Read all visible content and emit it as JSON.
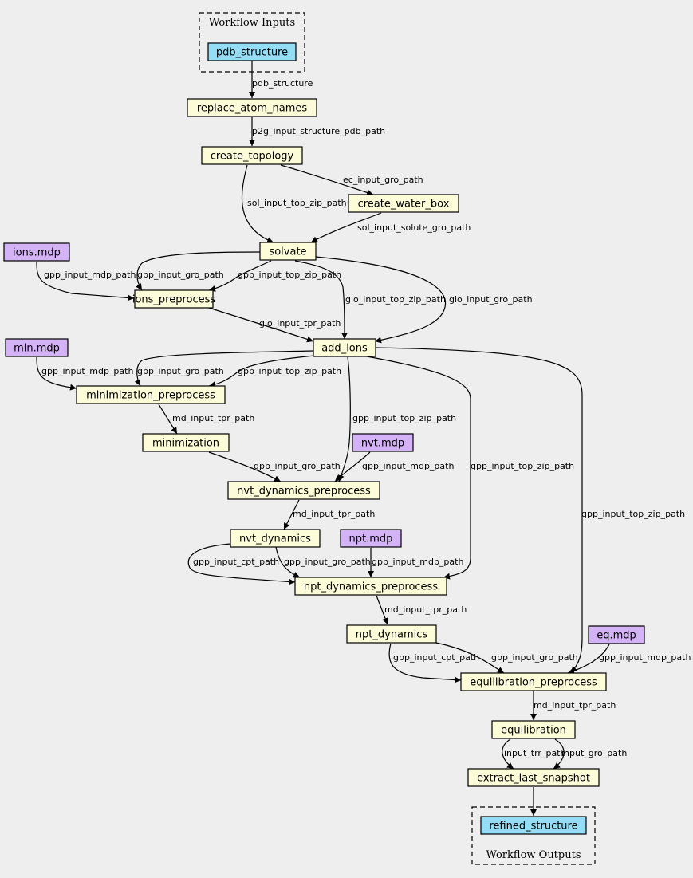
{
  "colors": {
    "step": "#fcfcd8",
    "input_file": "#d3b2f5",
    "workflow_io": "#94ddf4",
    "background": "#eeeeee"
  },
  "clusters": {
    "inputs": {
      "label": "Workflow Inputs"
    },
    "outputs": {
      "label": "Workflow Outputs"
    }
  },
  "nodes": {
    "pdb_structure": {
      "label": "pdb_structure",
      "kind": "workflow_io"
    },
    "replace_atom_names": {
      "label": "replace_atom_names",
      "kind": "step"
    },
    "create_topology": {
      "label": "create_topology",
      "kind": "step"
    },
    "create_water_box": {
      "label": "create_water_box",
      "kind": "step"
    },
    "solvate": {
      "label": "solvate",
      "kind": "step"
    },
    "ions_mdp": {
      "label": "ions.mdp",
      "kind": "input_file"
    },
    "ions_preprocess": {
      "label": "ions_preprocess",
      "kind": "step"
    },
    "add_ions": {
      "label": "add_ions",
      "kind": "step"
    },
    "min_mdp": {
      "label": "min.mdp",
      "kind": "input_file"
    },
    "minimization_preprocess": {
      "label": "minimization_preprocess",
      "kind": "step"
    },
    "minimization": {
      "label": "minimization",
      "kind": "step"
    },
    "nvt_mdp": {
      "label": "nvt.mdp",
      "kind": "input_file"
    },
    "nvt_dynamics_preprocess": {
      "label": "nvt_dynamics_preprocess",
      "kind": "step"
    },
    "nvt_dynamics": {
      "label": "nvt_dynamics",
      "kind": "step"
    },
    "npt_mdp": {
      "label": "npt.mdp",
      "kind": "input_file"
    },
    "npt_dynamics_preprocess": {
      "label": "npt_dynamics_preprocess",
      "kind": "step"
    },
    "npt_dynamics": {
      "label": "npt_dynamics",
      "kind": "step"
    },
    "eq_mdp": {
      "label": "eq.mdp",
      "kind": "input_file"
    },
    "equilibration_preprocess": {
      "label": "equilibration_preprocess",
      "kind": "step"
    },
    "equilibration": {
      "label": "equilibration",
      "kind": "step"
    },
    "extract_last_snapshot": {
      "label": "extract_last_snapshot",
      "kind": "step"
    },
    "refined_structure": {
      "label": "refined_structure",
      "kind": "workflow_io"
    }
  },
  "edges": [
    {
      "from": "pdb_structure",
      "to": "replace_atom_names",
      "label": "pdb_structure"
    },
    {
      "from": "replace_atom_names",
      "to": "create_topology",
      "label": "p2g_input_structure_pdb_path"
    },
    {
      "from": "create_topology",
      "to": "create_water_box",
      "label": "ec_input_gro_path"
    },
    {
      "from": "create_topology",
      "to": "solvate",
      "label": "sol_input_top_zip_path"
    },
    {
      "from": "create_water_box",
      "to": "solvate",
      "label": "sol_input_solute_gro_path"
    },
    {
      "from": "ions_mdp",
      "to": "ions_preprocess",
      "label": "gpp_input_mdp_path"
    },
    {
      "from": "solvate",
      "to": "ions_preprocess",
      "label": "gpp_input_gro_path"
    },
    {
      "from": "solvate",
      "to": "ions_preprocess",
      "label": "gpp_input_top_zip_path"
    },
    {
      "from": "solvate",
      "to": "add_ions",
      "label": "gio_input_top_zip_path"
    },
    {
      "from": "solvate",
      "to": "add_ions",
      "label": "gio_input_gro_path"
    },
    {
      "from": "ions_preprocess",
      "to": "add_ions",
      "label": "gio_input_tpr_path"
    },
    {
      "from": "min_mdp",
      "to": "minimization_preprocess",
      "label": "gpp_input_mdp_path"
    },
    {
      "from": "add_ions",
      "to": "minimization_preprocess",
      "label": "gpp_input_gro_path"
    },
    {
      "from": "add_ions",
      "to": "minimization_preprocess",
      "label": "gpp_input_top_zip_path"
    },
    {
      "from": "minimization_preprocess",
      "to": "minimization",
      "label": "md_input_tpr_path"
    },
    {
      "from": "add_ions",
      "to": "nvt_dynamics_preprocess",
      "label": "gpp_input_top_zip_path"
    },
    {
      "from": "minimization",
      "to": "nvt_dynamics_preprocess",
      "label": "gpp_input_gro_path"
    },
    {
      "from": "nvt_mdp",
      "to": "nvt_dynamics_preprocess",
      "label": "gpp_input_mdp_path"
    },
    {
      "from": "nvt_dynamics_preprocess",
      "to": "nvt_dynamics",
      "label": "md_input_tpr_path"
    },
    {
      "from": "add_ions",
      "to": "npt_dynamics_preprocess",
      "label": "gpp_input_top_zip_path"
    },
    {
      "from": "nvt_dynamics",
      "to": "npt_dynamics_preprocess",
      "label": "gpp_input_cpt_path"
    },
    {
      "from": "nvt_dynamics",
      "to": "npt_dynamics_preprocess",
      "label": "gpp_input_gro_path"
    },
    {
      "from": "npt_mdp",
      "to": "npt_dynamics_preprocess",
      "label": "gpp_input_mdp_path"
    },
    {
      "from": "npt_dynamics_preprocess",
      "to": "npt_dynamics",
      "label": "md_input_tpr_path"
    },
    {
      "from": "add_ions",
      "to": "equilibration_preprocess",
      "label": "gpp_input_top_zip_path"
    },
    {
      "from": "npt_dynamics",
      "to": "equilibration_preprocess",
      "label": "gpp_input_cpt_path"
    },
    {
      "from": "npt_dynamics",
      "to": "equilibration_preprocess",
      "label": "gpp_input_gro_path"
    },
    {
      "from": "eq_mdp",
      "to": "equilibration_preprocess",
      "label": "gpp_input_mdp_path"
    },
    {
      "from": "equilibration_preprocess",
      "to": "equilibration",
      "label": "md_input_tpr_path"
    },
    {
      "from": "equilibration",
      "to": "extract_last_snapshot",
      "label": "input_trr_path"
    },
    {
      "from": "equilibration",
      "to": "extract_last_snapshot",
      "label": "input_gro_path"
    },
    {
      "from": "extract_last_snapshot",
      "to": "refined_structure",
      "label": ""
    }
  ]
}
